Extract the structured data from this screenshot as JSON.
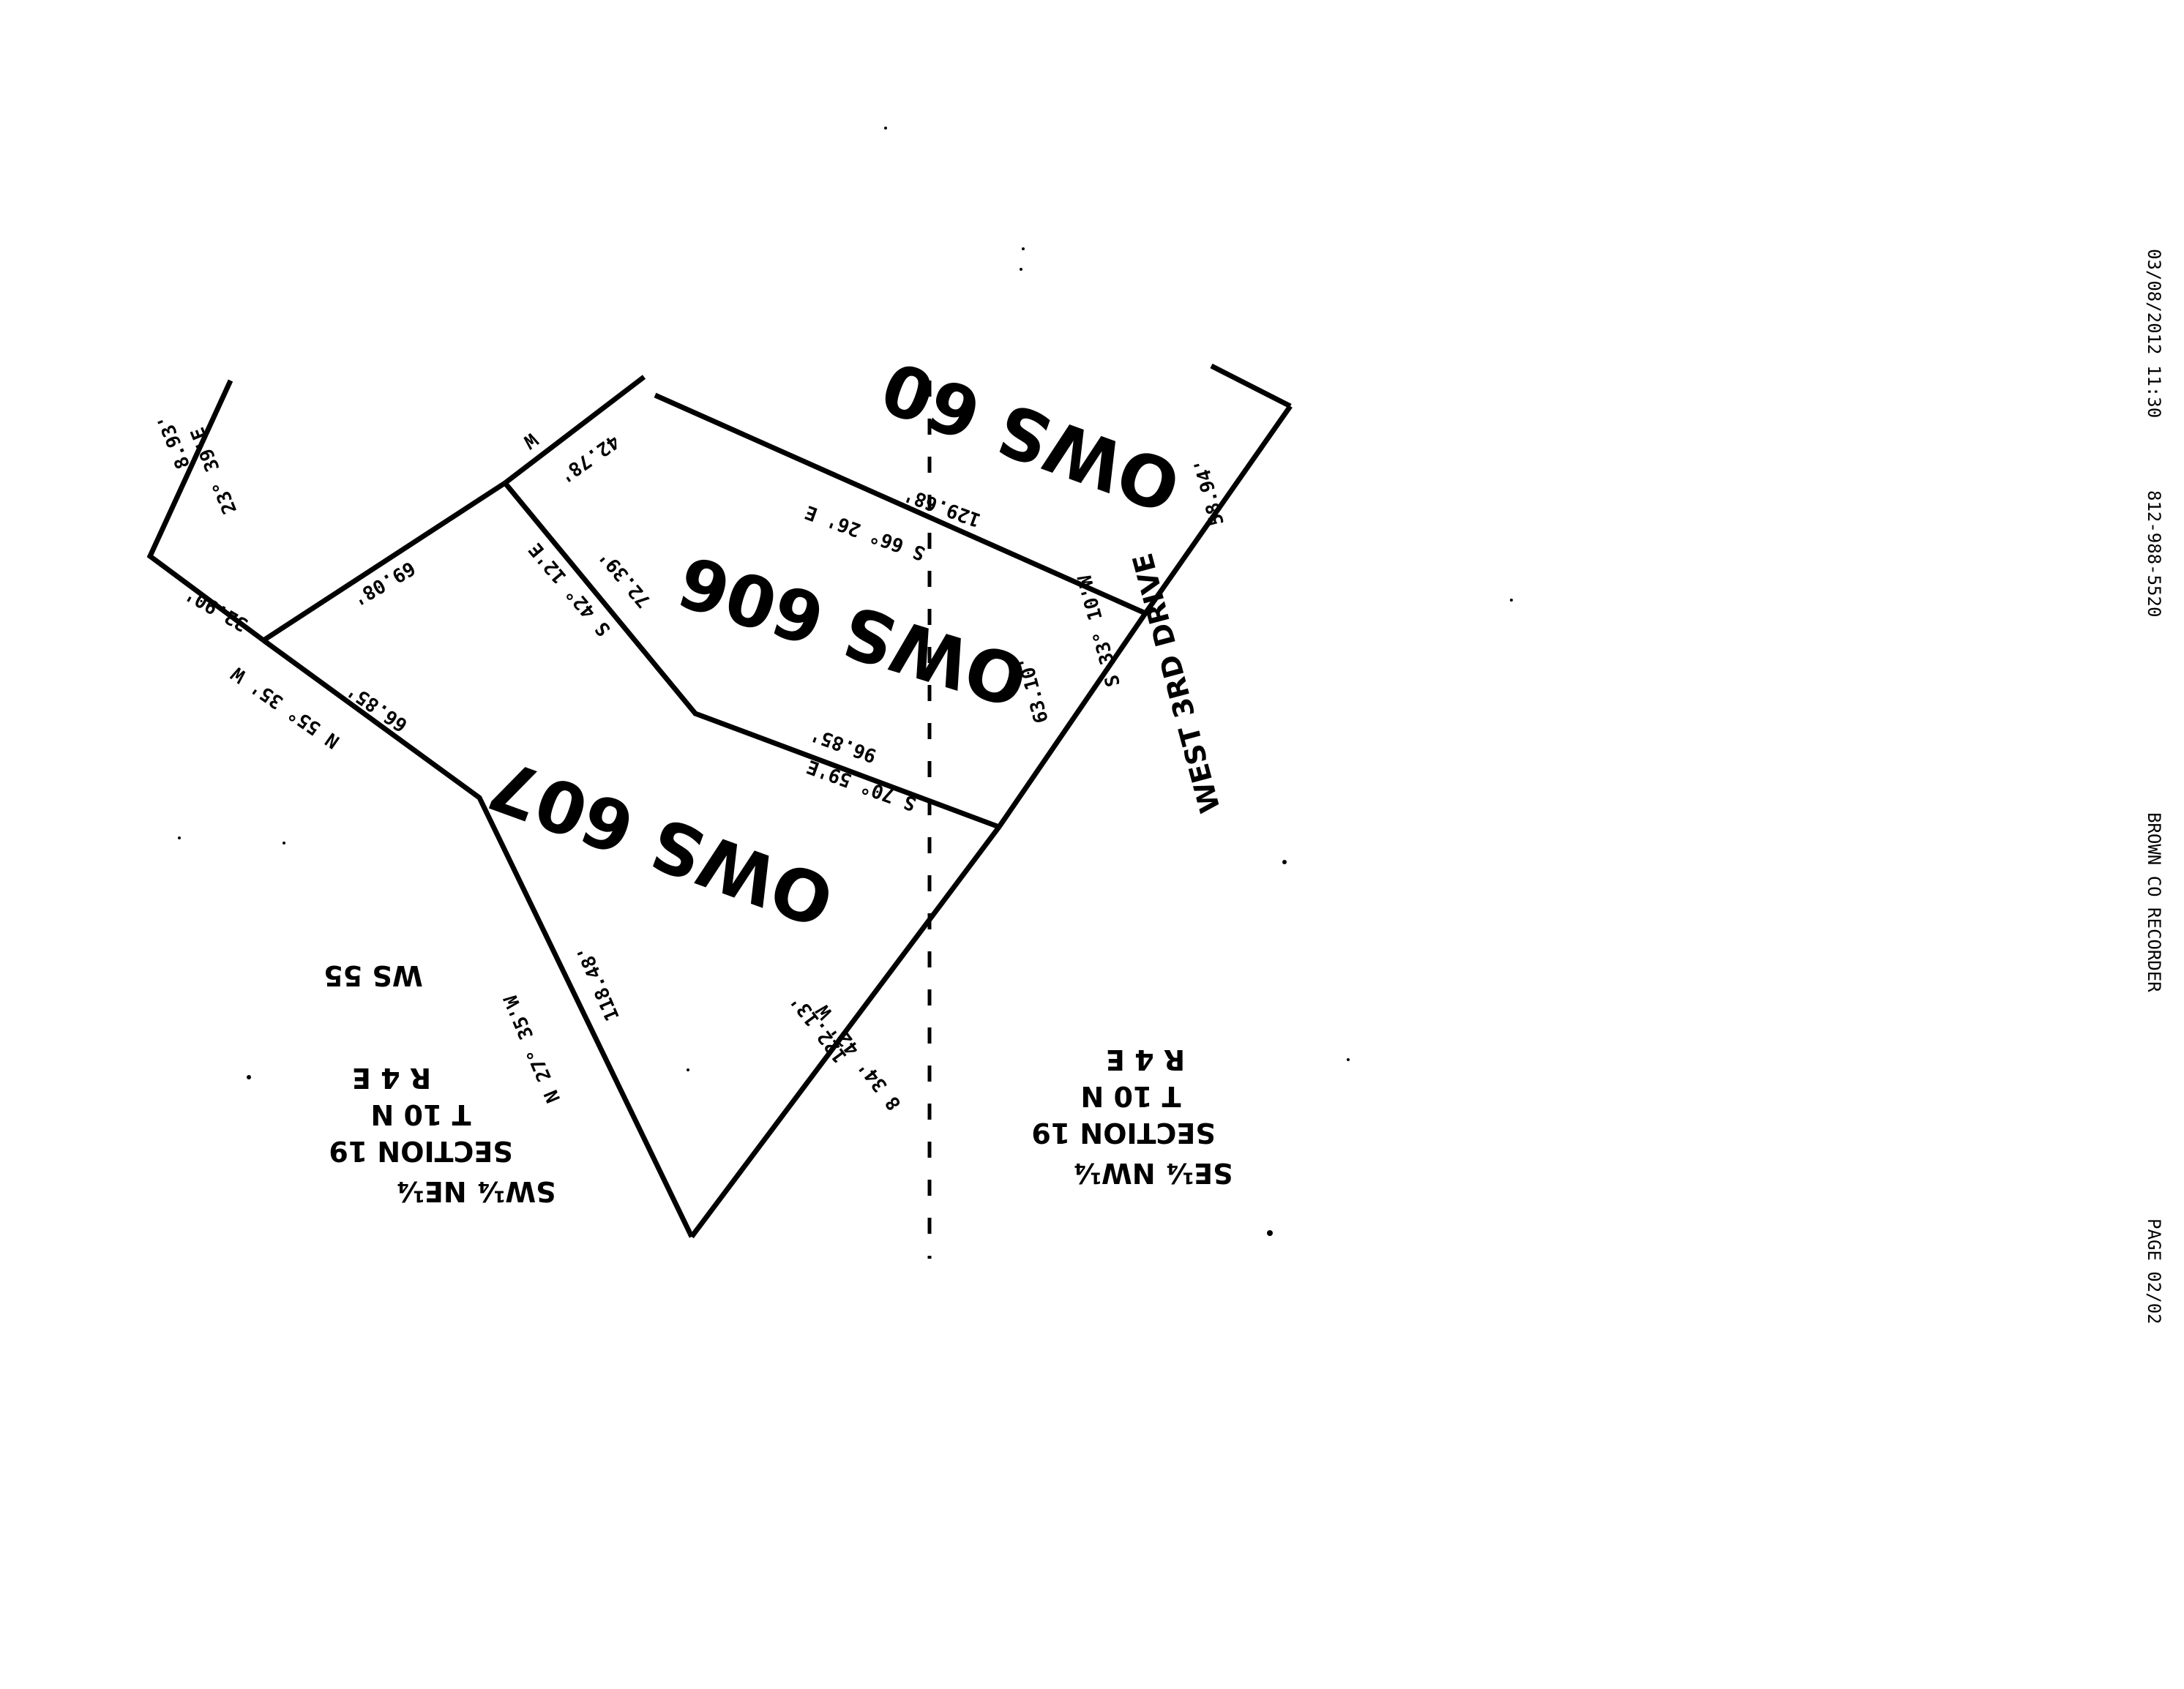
{
  "fax_header": {
    "datetime": "03/08/2012  11:30",
    "phone": "812-988-5520",
    "sender": "BROWN CO RECORDER",
    "page": "PAGE  02/02"
  },
  "lots": {
    "ows606": "OWS 606",
    "ows607": "OWS 607",
    "ows60x_partial": "OWS 60"
  },
  "street": {
    "name": "WEST 3RD DRIVE"
  },
  "bearings": {
    "top_left_bearing": "23° 39'E",
    "top_left_dist": "8.93'",
    "top_left_side": "32.90'",
    "left_bearing": "N 55° 35' W",
    "left_dist_607": "66.85'",
    "left_dist_606": "69.08'",
    "top_dist": "42.78'",
    "top_dir": "W",
    "div_606_607_bearing": "S 42° 12'E",
    "div_606_607_dist": "72.39'",
    "north_606_bearing": "S 66° 26' E",
    "north_606_dist": "129.68'",
    "east_bearing": "S 33° 10'W",
    "east_dist_606": "63.10'",
    "east_dist_top": "58.94'",
    "south_606_bearing": "S 70° 59'E",
    "south_606_dist": "96.85'",
    "sw_607_bearing": "N 27° 35'W",
    "sw_607_dist": "118.48'",
    "se_607_bearing": "8 34' 42' W",
    "se_607_dist": "122.13'"
  },
  "quarters": {
    "left": {
      "line1": "SW¼ NE¼",
      "line2": "SECTION 19",
      "line3": "T 10 N",
      "line4": "R 4 E",
      "extra": "WS 55"
    },
    "right": {
      "line1": "SE¼ NW¼",
      "line2": "SECTION 19",
      "line3": "T 10 N",
      "line4": "R 4 E"
    }
  }
}
